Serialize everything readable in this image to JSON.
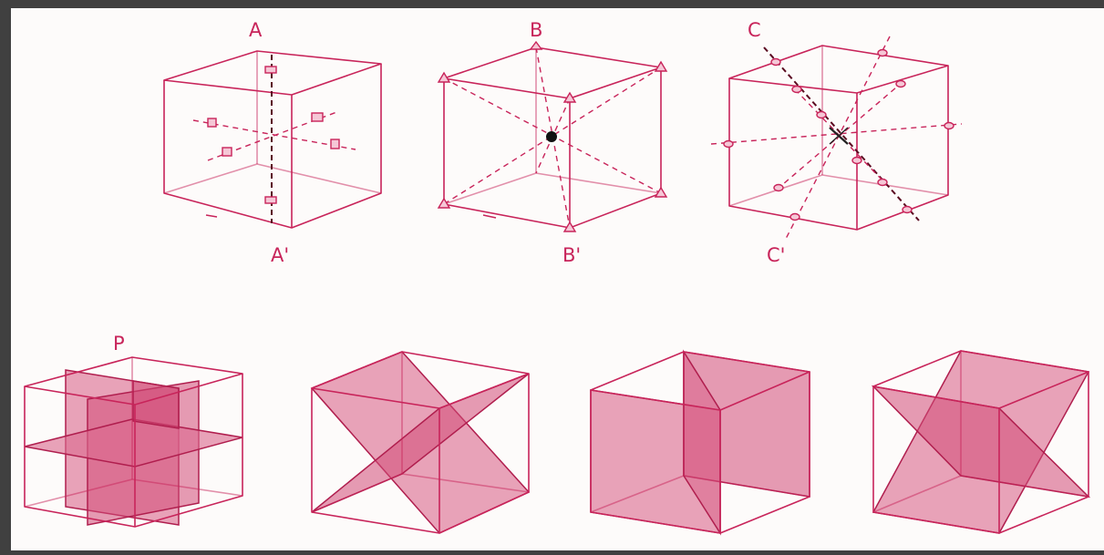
{
  "labels": {
    "A": "A",
    "A_prime": "A'",
    "B": "B",
    "B_prime": "B'",
    "C": "C",
    "C_prime": "C'",
    "P": "P"
  },
  "colors": {
    "line": "#c8245a",
    "plane": "#dc6a8f",
    "background": "#fdfbfa"
  }
}
